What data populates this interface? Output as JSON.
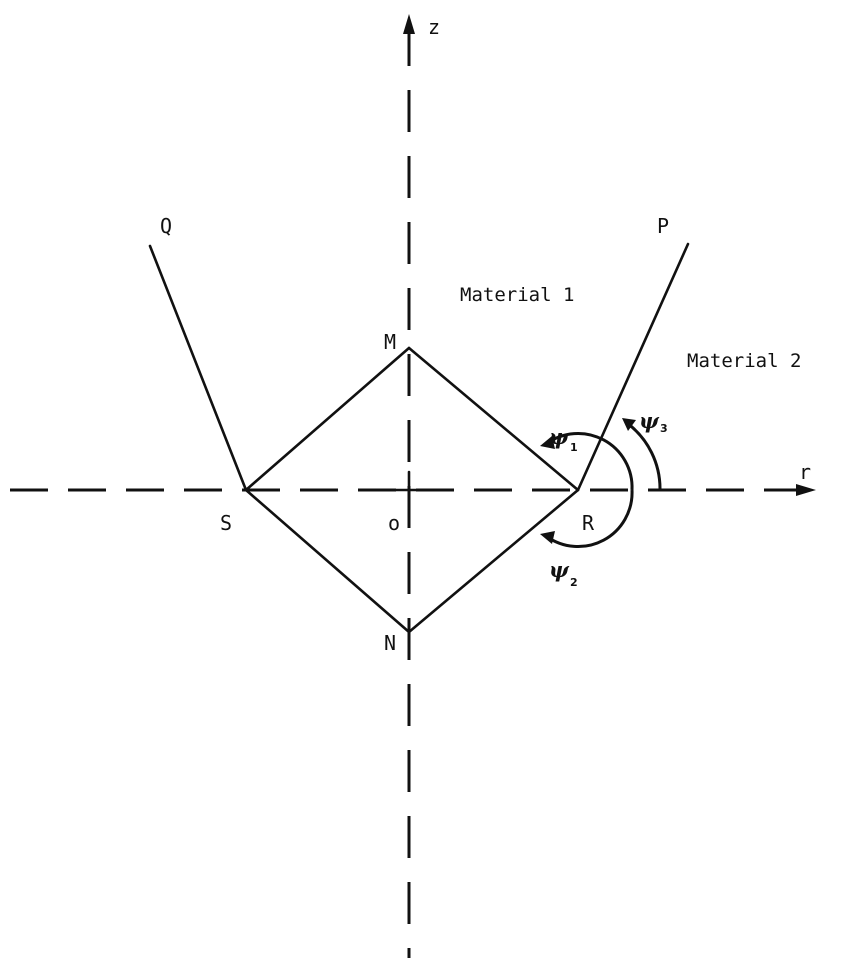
{
  "axes": {
    "z_label": "z",
    "r_label": "r",
    "origin_label": "o"
  },
  "points": {
    "M": "M",
    "N": "N",
    "S": "S",
    "R": "R",
    "P": "P",
    "Q": "Q"
  },
  "regions": {
    "material_1": "Material 1",
    "material_2": "Material 2"
  },
  "angles": [
    {
      "symbol": "ψ",
      "subscript": "1"
    },
    {
      "symbol": "ψ",
      "subscript": "2"
    },
    {
      "symbol": "ψ",
      "subscript": "3"
    }
  ]
}
